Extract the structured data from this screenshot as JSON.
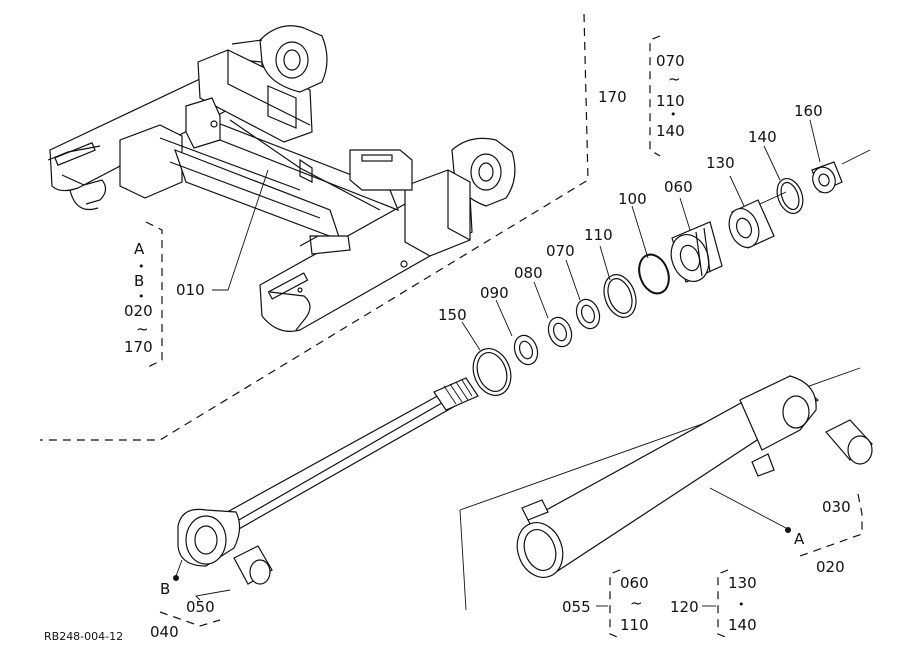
{
  "labels": {
    "l010": "010",
    "l020": "020",
    "l030": "030",
    "l040": "040",
    "l050": "050",
    "l055": "055",
    "l060": "060",
    "l070": "070",
    "l080": "080",
    "l090": "090",
    "l100": "100",
    "l110": "110",
    "l120": "120",
    "l130": "130",
    "l140": "140",
    "l150": "150",
    "l160": "160",
    "l170": "170",
    "pointA": "A",
    "pointB": "B"
  },
  "brackets": {
    "left": {
      "line1": "A",
      "line2": "B",
      "line3": "020",
      "line4": "170"
    },
    "top": {
      "line1": "070",
      "line2": "110",
      "line3": "140"
    },
    "b055": {
      "line1": "060",
      "line2": "110"
    },
    "b120": {
      "line1": "130",
      "line2": "140"
    }
  },
  "symbols": {
    "dot": "•",
    "tilde": "~",
    "dash": "-",
    "dot2": "•",
    "tilde2": "~",
    "dot3": "•"
  },
  "figure_code": "RB248-004-12"
}
